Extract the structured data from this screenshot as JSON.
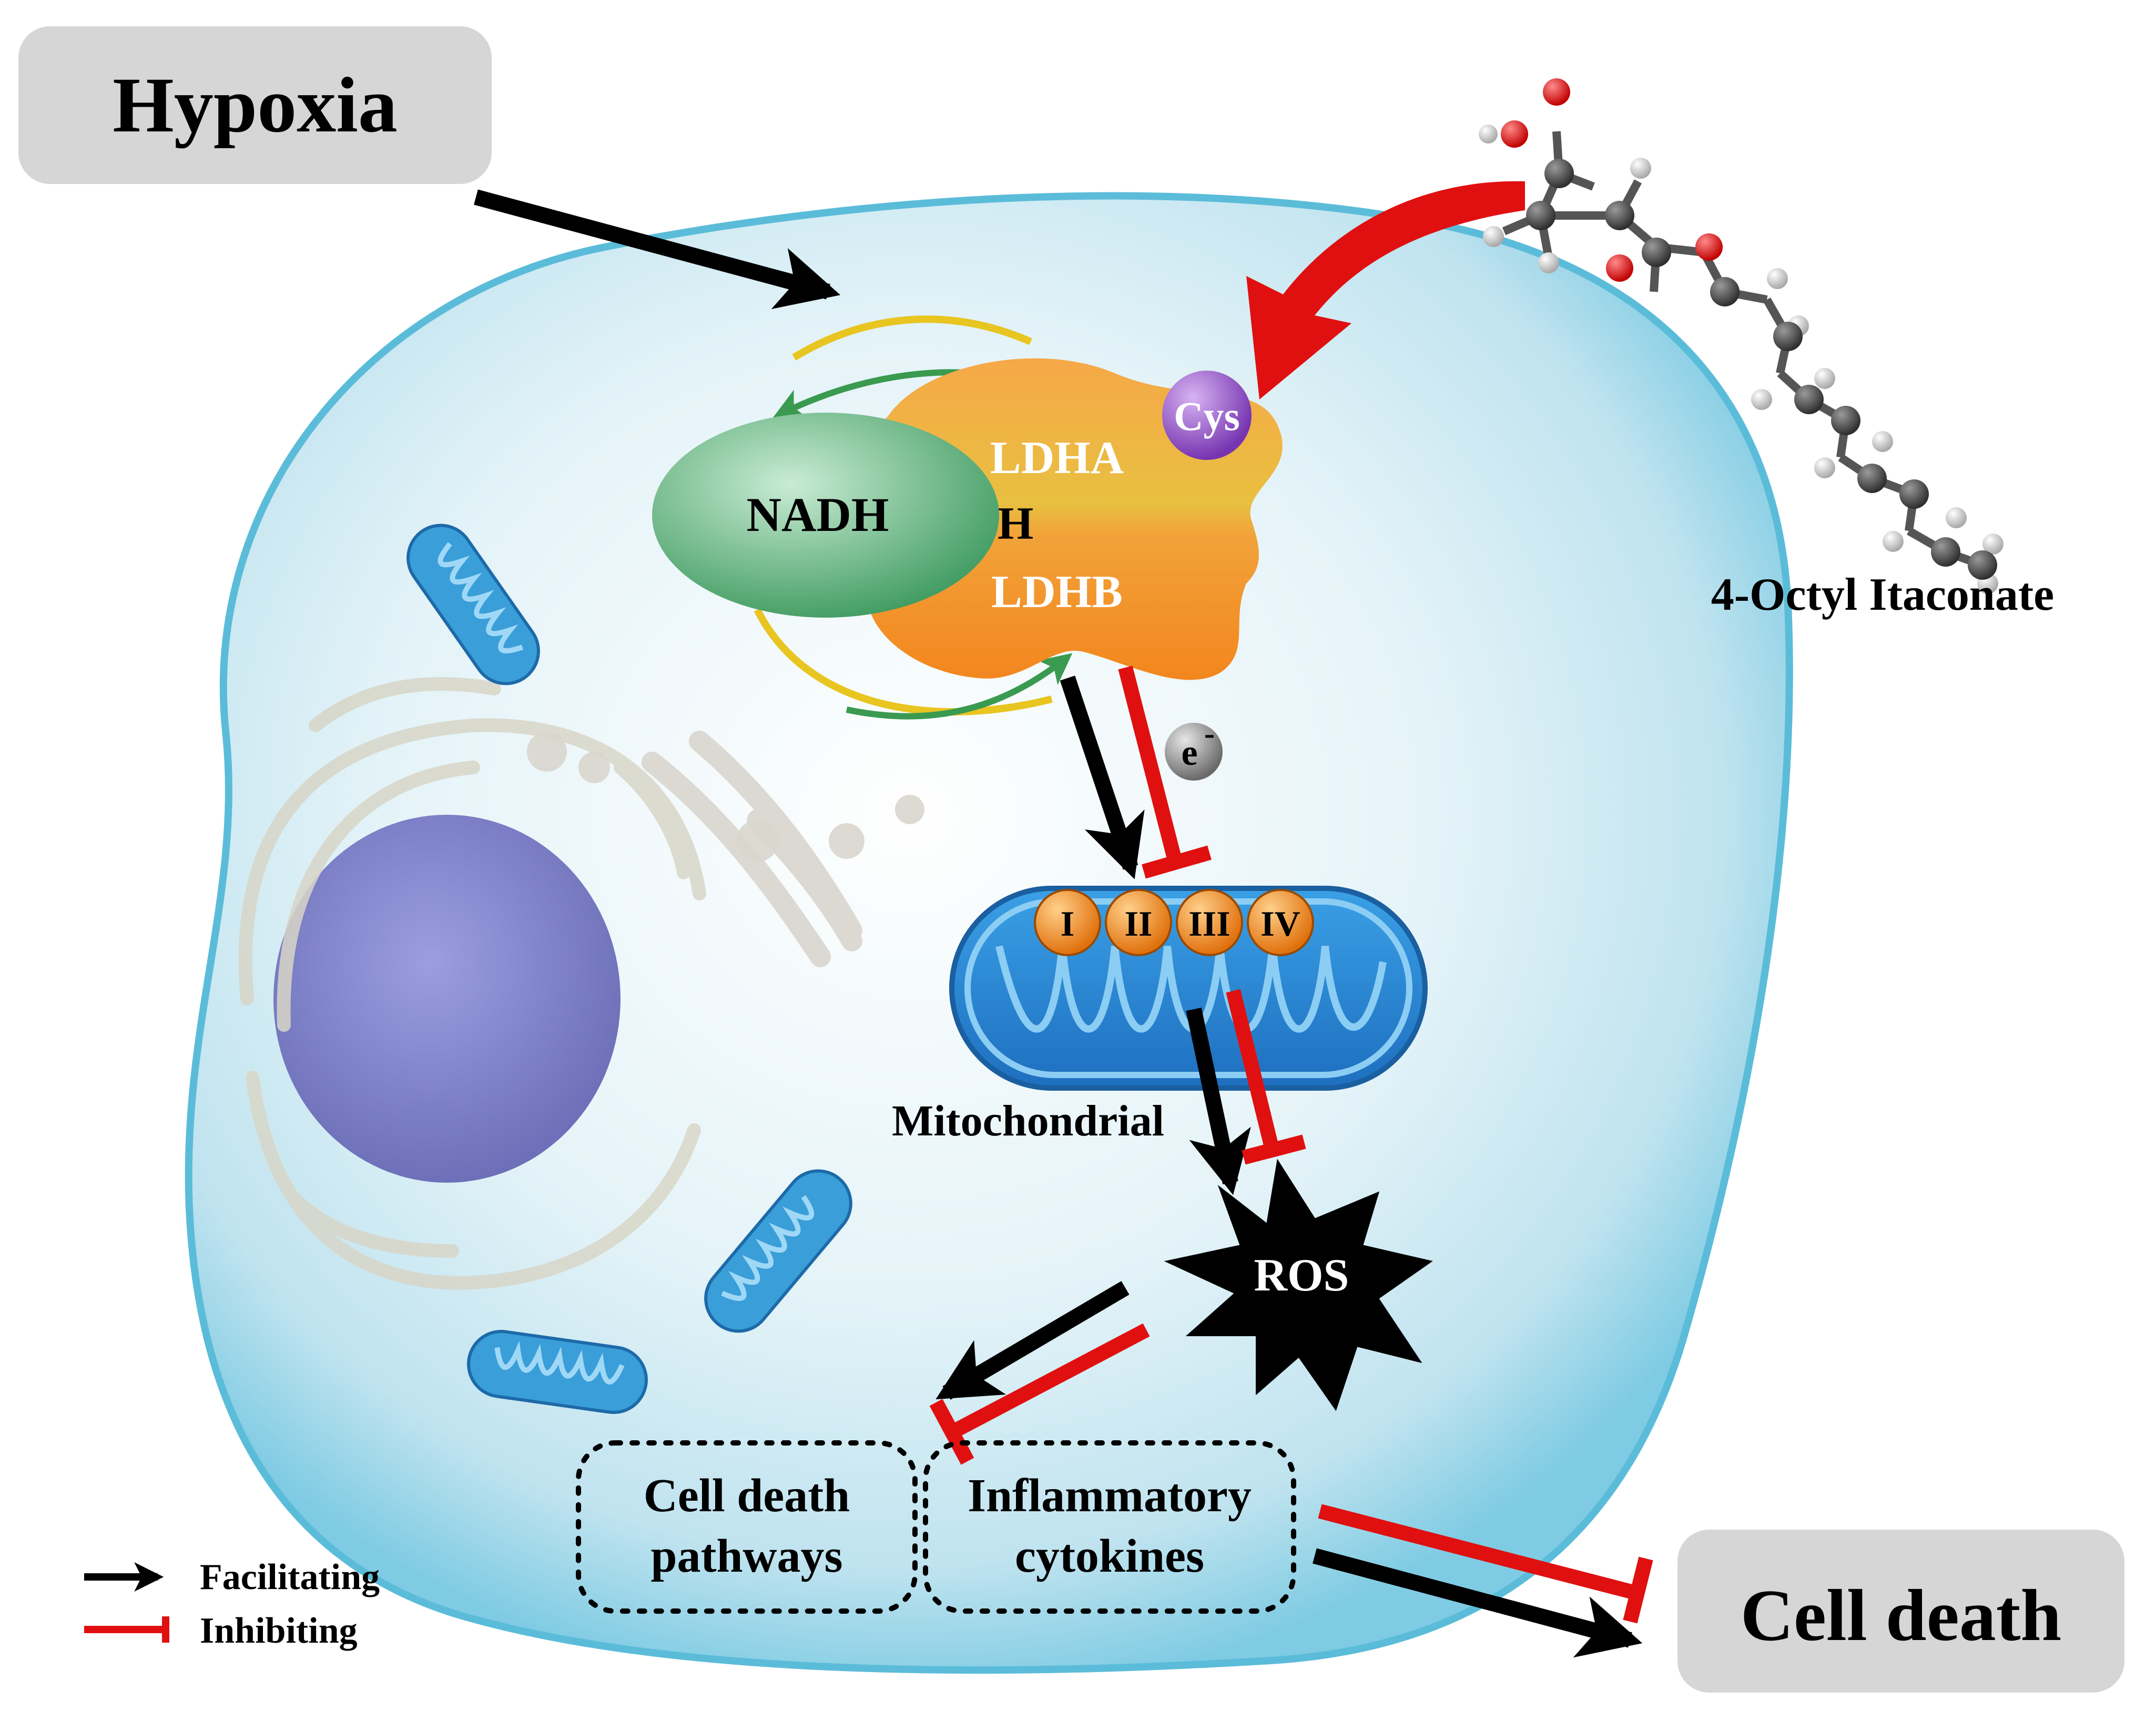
{
  "boxes": {
    "hypoxia": "Hypoxia",
    "cell_death": "Cell death"
  },
  "molecule": {
    "name": "4-Octyl Itaconate"
  },
  "enzyme": {
    "nadh": "NADH",
    "ldh": "LDH",
    "ldha": "LDHA",
    "ldhb": "LDHB",
    "cys": "Cys"
  },
  "electron": {
    "symbol": "e",
    "charge": "-"
  },
  "complexes": [
    "I",
    "II",
    "III",
    "IV"
  ],
  "labels": {
    "mitochondrial": "Mitochondrial",
    "ros": "ROS"
  },
  "pathways": {
    "cell_death_line1": "Cell death",
    "cell_death_line2": "pathways",
    "inflammatory_line1": "Inflammatory",
    "inflammatory_line2": "cytokines"
  },
  "legend": {
    "facilitating": "Facilitating",
    "inhibiting": "Inhibiting"
  },
  "colors": {
    "facilitate": "#000000",
    "inhibit": "#e01010",
    "box_fill": "#d6d6d6",
    "cell_fill": "#dff0f6",
    "cell_edge": "#4cb8d8",
    "ldh": "#f3a23a",
    "nadh": "#4aa56a",
    "cys": "#8a4bc0",
    "complex": "#f08a1e",
    "mito": "#2f8fd6"
  }
}
